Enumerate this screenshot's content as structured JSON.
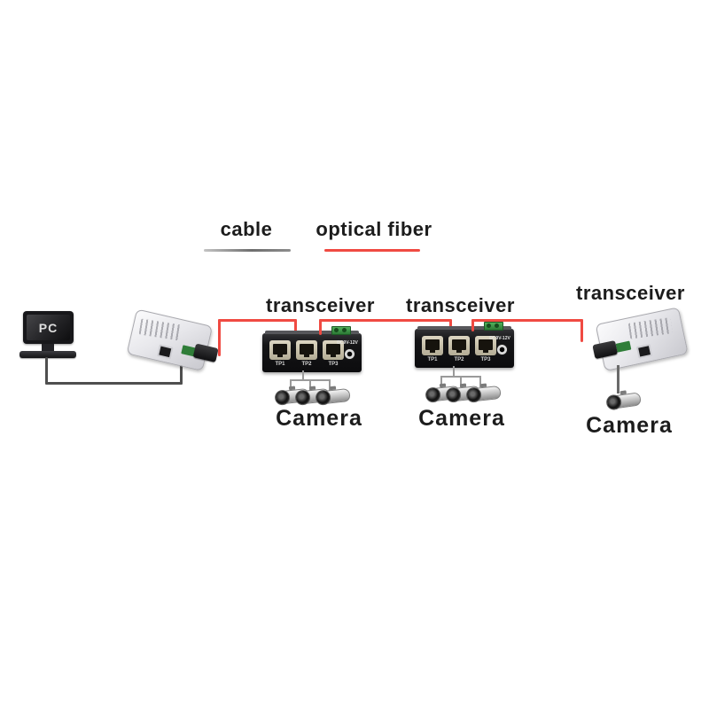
{
  "legend": {
    "cable": {
      "label": "cable",
      "line_color": "#8d8d8d"
    },
    "fiber": {
      "label": "optical fiber",
      "line_color": "#f0524a"
    }
  },
  "pc": {
    "screen_label": "PC"
  },
  "labels": {
    "transceiver1": "transceiver",
    "transceiver2": "transceiver",
    "transceiver3": "transceiver",
    "camera1": "Camera",
    "camera2": "Camera",
    "camera3": "Camera"
  },
  "black_boxes": [
    {
      "ports": [
        "TP1",
        "TP2",
        "TP3"
      ],
      "power_label": "DC9V-12V"
    },
    {
      "ports": [
        "TP1",
        "TP2",
        "TP3"
      ],
      "power_label": "DC9V-12V"
    }
  ],
  "colors": {
    "fiber_red": "#f04a42",
    "cable_dark": "#4f4f4f",
    "harness_gray": "#9a9a9a"
  }
}
